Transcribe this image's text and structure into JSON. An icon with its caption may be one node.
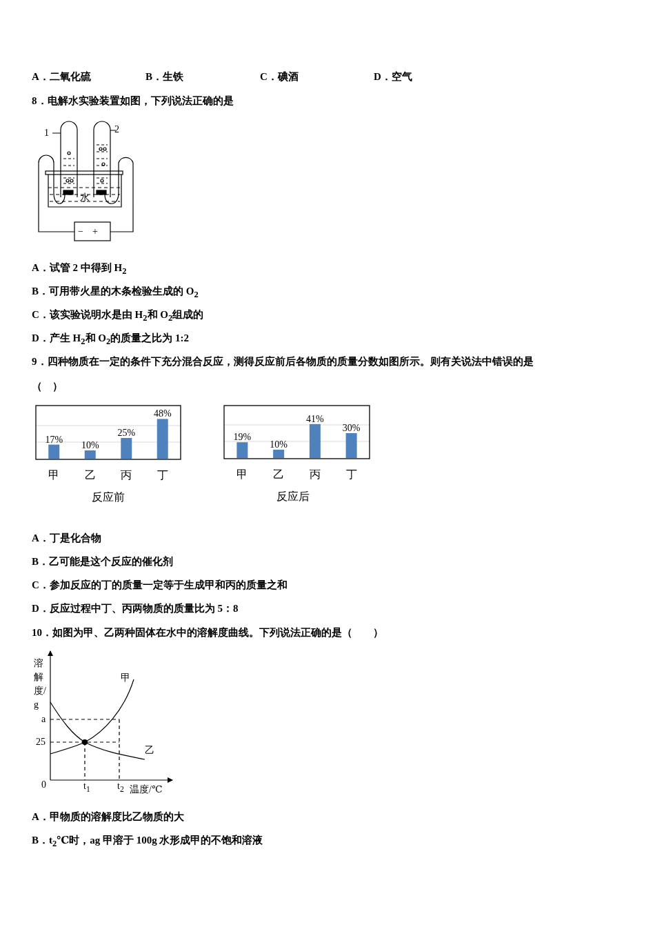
{
  "diagram": {
    "labels": [
      "A．二氧化硫",
      "B．生铁",
      "C．碘酒",
      "D．空气",
      "8．电解水实验装置如图，下列说法正确的是",
      "1",
      "2",
      "水",
      "−",
      "+",
      "A．试管 2 中得到 H$_{2}$",
      "B．可用带火星的木条检验生成的 O$_{2}$",
      "C．该实验说明水是由 H$_{2}$和 O$_{2}$组成的",
      "D．产生 H$_{2}$和 O$_{2}$的质量之比为 1:2",
      "9．四种物质在一定的条件下充分混合反应，测得反应前后各物质的质量分数如图所示。则有关说法中错误的是（　）",
      "A．丁是化合物",
      "B．乙可能是这个反应的催化剂",
      "C．参加反应的丁的质量一定等于生成甲和丙的质量之和",
      "D．反应过程中丁、丙两物质的质量比为 5：8",
      "10．如图为甲、乙两种固体在水中的溶解度曲线。下列说法正确的是（　　）",
      "溶解度/g",
      "甲",
      "a",
      "25",
      "乙",
      "0",
      "t$_{1}$",
      "t$_{2}$",
      "温度/℃",
      "A．甲物质的溶解度比乙物质的大",
      "B．t$_{2}$℃时，ag 甲溶于 100g 水形成甲的不饱和溶液"
    ],
    "chart_data": [
      {
        "type": "bar",
        "title": "反应前",
        "categories": [
          "甲",
          "乙",
          "丙",
          "丁"
        ],
        "values": [
          17,
          10,
          25,
          48
        ],
        "value_labels": [
          "17%",
          "10%",
          "25%",
          "48%"
        ]
      },
      {
        "type": "bar",
        "title": "反应后",
        "categories": [
          "甲",
          "乙",
          "丙",
          "丁"
        ],
        "values": [
          19,
          10,
          41,
          30
        ],
        "value_labels": [
          "19%",
          "10%",
          "41%",
          "30%"
        ]
      }
    ]
  }
}
